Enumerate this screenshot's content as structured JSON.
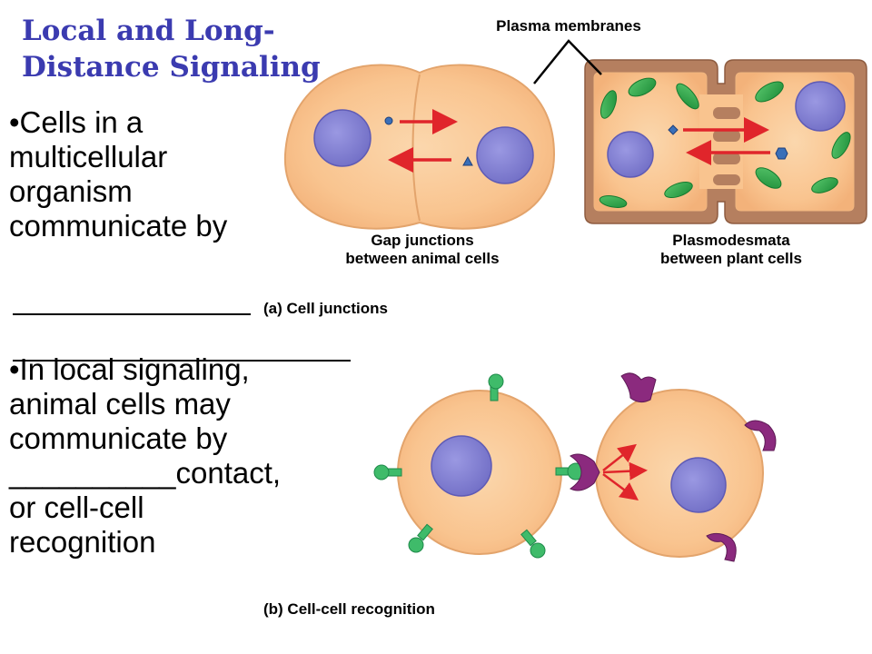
{
  "title": {
    "line1": "Local and Long-",
    "line2": "Distance Signaling"
  },
  "bullets": {
    "b1": [
      "•Cells in a",
      "multicellular",
      "organism",
      "communicate by"
    ],
    "b2": [
      "•In local signaling,",
      "animal cells may",
      "communicate by",
      "__________contact,",
      "or cell-cell",
      "recognition"
    ]
  },
  "figure": {
    "plasma_membranes": "Plasma membranes",
    "gap_junctions": [
      "Gap junctions",
      "between animal cells"
    ],
    "plasmodesmata": [
      "Plasmodesmata",
      "between plant cells"
    ],
    "part_a": "(a) Cell junctions",
    "part_b": "(b) Cell-cell recognition"
  },
  "colors": {
    "title": "#3b3bb0",
    "cell_fill": "#f9c48f",
    "cell_membrane": "#dda06a",
    "nucleus": "#8a87d6",
    "arrow": "#e0252b",
    "chloroplast": "#2fae4c",
    "cell_wall": "#b57f5f",
    "receptor": "#8b2a7e",
    "marker": "#3fbb6a"
  }
}
